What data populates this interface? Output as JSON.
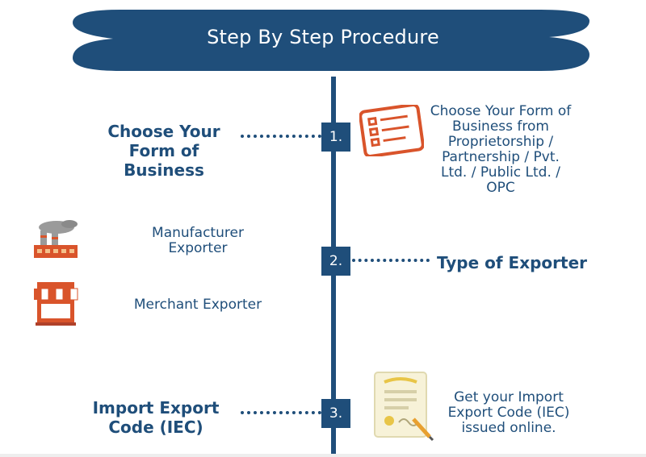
{
  "header": {
    "title": "Step By Step Procedure"
  },
  "steps": [
    {
      "number": "1.",
      "title": "Choose Your Form of Business",
      "title_line1": "Choose Your",
      "title_line2": "Form of Business",
      "description_lines": [
        "Choose Your Form of",
        "Business from",
        "Proprietorship /",
        "Partnership / Pvt.",
        "Ltd. / Public Ltd.  /",
        "OPC"
      ],
      "icon": "form-checklist-icon"
    },
    {
      "number": "2.",
      "title": "Type of Exporter",
      "options": [
        {
          "label_lines": [
            "Manufacturer",
            "Exporter"
          ],
          "icon": "factory-icon"
        },
        {
          "label_lines": [
            "Merchant Exporter"
          ],
          "icon": "shop-icon"
        }
      ]
    },
    {
      "number": "3.",
      "title_line1": "Import Export",
      "title_line2": "Code (IEC)",
      "description_lines": [
        "Get your Import",
        "Export Code (IEC)",
        "issued online."
      ],
      "icon": "certificate-icon"
    }
  ],
  "colors": {
    "primary": "#1f4e7a",
    "accent_orange": "#d9542b",
    "certificate_yellow": "#e8c547"
  }
}
